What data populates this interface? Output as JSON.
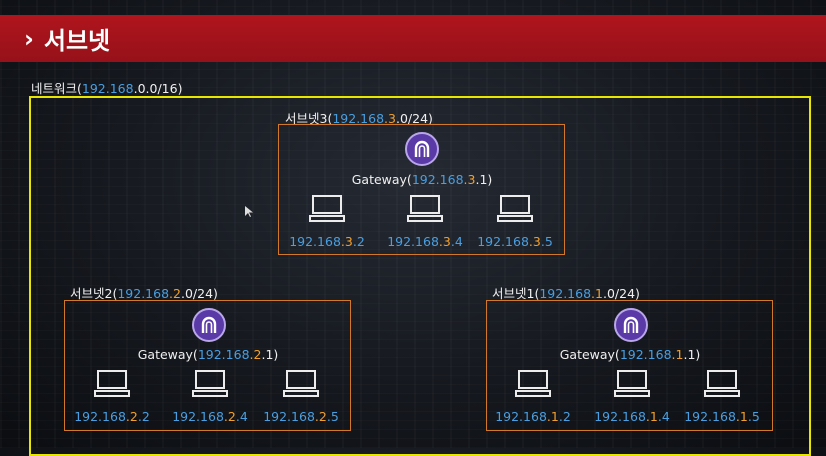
{
  "title": {
    "chevron": "›",
    "text": "서브넷"
  },
  "network": {
    "label_prefix": "네트워크(",
    "oct12": "192.168",
    "oct3": ".0",
    "suffix": ".0/16)"
  },
  "subnets": {
    "s3": {
      "label_prefix": "서브넷3(",
      "oct12": "192.168",
      "oct3": ".3",
      "suffix": ".0/24)",
      "gateway": {
        "prefix": "Gateway(",
        "oct12": "192.168",
        "oct3": ".3",
        "suffix": ".1)"
      },
      "hosts": [
        {
          "oct12": "192.168",
          "oct3": ".3",
          "suffix": ".2"
        },
        {
          "oct12": "192.168",
          "oct3": ".3",
          "suffix": ".4"
        },
        {
          "oct12": "192.168",
          "oct3": ".3",
          "suffix": ".5"
        }
      ]
    },
    "s2": {
      "label_prefix": "서브넷2(",
      "oct12": "192.168",
      "oct3": ".2",
      "suffix": ".0/24)",
      "gateway": {
        "prefix": "Gateway(",
        "oct12": "192.168",
        "oct3": ".2",
        "suffix": ".1)"
      },
      "hosts": [
        {
          "oct12": "192.168",
          "oct3": ".2",
          "suffix": ".2"
        },
        {
          "oct12": "192.168",
          "oct3": ".2",
          "suffix": ".4"
        },
        {
          "oct12": "192.168",
          "oct3": ".2",
          "suffix": ".5"
        }
      ]
    },
    "s1": {
      "label_prefix": "서브넷1(",
      "oct12": "192.168",
      "oct3": ".1",
      "suffix": ".0/24)",
      "gateway": {
        "prefix": "Gateway(",
        "oct12": "192.168",
        "oct3": ".1",
        "suffix": ".1)"
      },
      "hosts": [
        {
          "oct12": "192.168",
          "oct3": ".1",
          "suffix": ".2"
        },
        {
          "oct12": "192.168",
          "oct3": ".1",
          "suffix": ".4"
        },
        {
          "oct12": "192.168",
          "oct3": ".1",
          "suffix": ".5"
        }
      ]
    }
  },
  "icons": {
    "gateway": "router-icon",
    "host": "computer-icon"
  },
  "colors": {
    "title_bar": "#a3131b",
    "network_border": "#e6e600",
    "subnet_border": "#d2782a",
    "ip_blue": "#4a9fe0",
    "ip_orange": "#f0a030",
    "gateway_fill": "#5a3aa6"
  }
}
